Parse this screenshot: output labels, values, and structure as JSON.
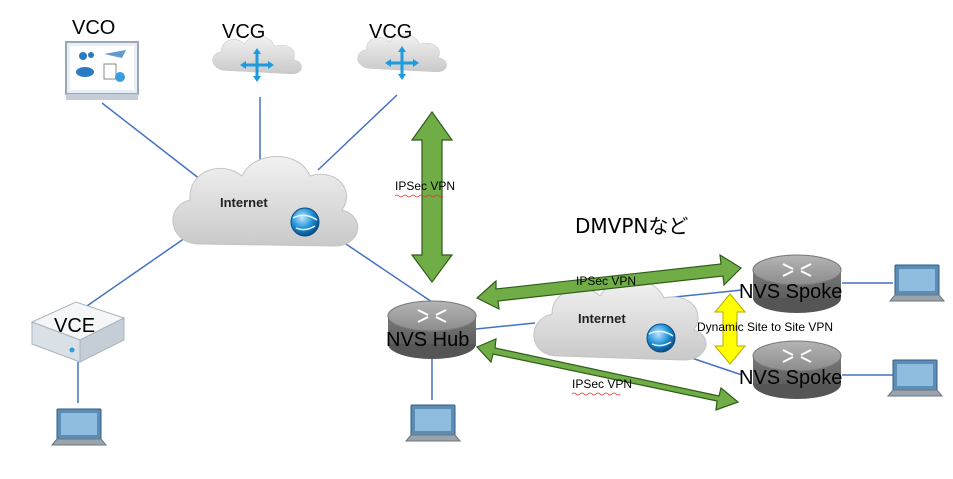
{
  "labels": {
    "vco": "VCO",
    "vcg_left": "VCG",
    "vcg_right": "VCG",
    "internet_main": "Internet",
    "internet_dmvpn": "Internet",
    "vce": "VCE",
    "nvs_hub": "NVS Hub",
    "nvs_spoke_top": "NVS Spoke",
    "nvs_spoke_bottom": "NVS Spoke",
    "ipsec_vertical": "IPSec VPN",
    "ipsec_top": "IPSec VPN",
    "ipsec_bottom": "IPSec VPN",
    "dmvpn": "DMVPNなど",
    "dynamic_vpn": "Dynamic Site to Site VPN"
  },
  "colors": {
    "link_line": "#4472c4",
    "vpn_arrow": "#70ad47",
    "vpn_arrow_border": "#2f5c1a",
    "dynamic_arrow": "#ffff00",
    "router_body": "#8a8a8a",
    "cloud_fill": "#d9d9d9"
  },
  "icons": [
    "monitor-icon",
    "cloud-router-icon",
    "globe-icon",
    "router-icon",
    "laptop-icon",
    "appliance-icon"
  ]
}
